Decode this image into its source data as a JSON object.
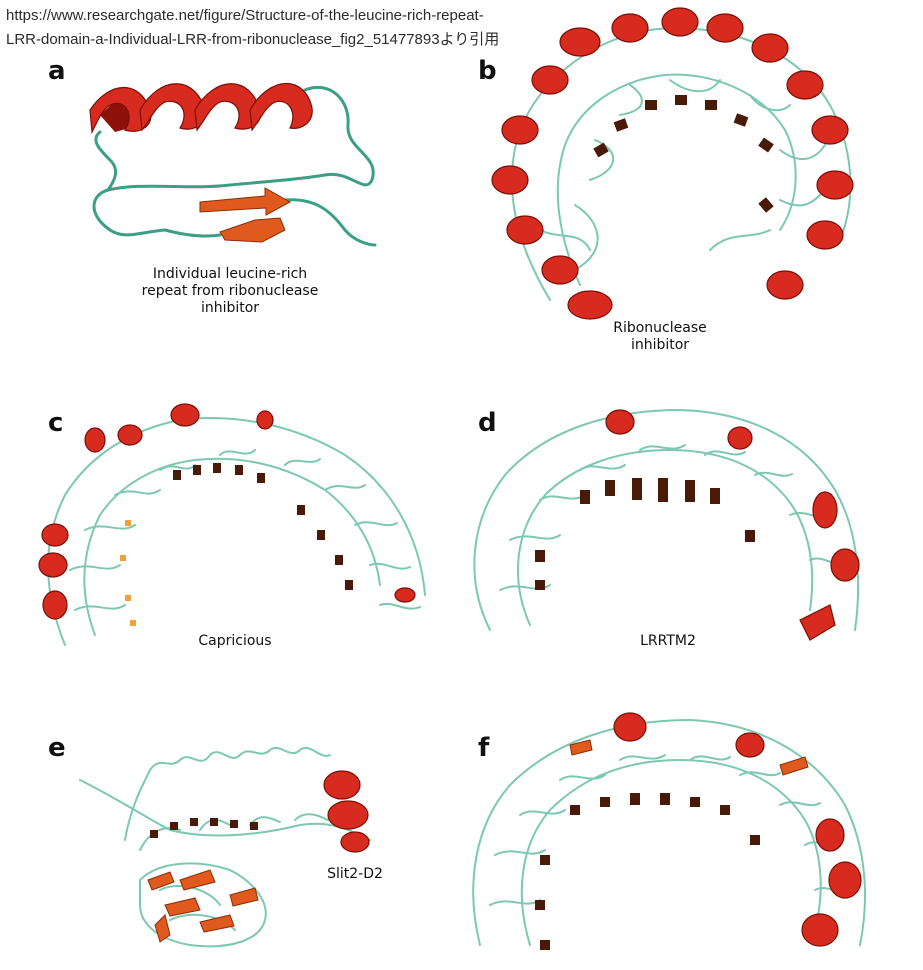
{
  "source": {
    "line1": "https://www.researchgate.net/figure/Structure-of-the-leucine-rich-repeat-",
    "line2": "LRR-domain-a-Individual-LRR-from-ribonuclease_fig2_51477893より引用"
  },
  "panels": [
    {
      "label": "a",
      "caption": [
        "Individual leucine-rich",
        "repeat from ribonuclease",
        "inhibitor"
      ]
    },
    {
      "label": "b",
      "caption": [
        "Ribonuclease",
        "inhibitor"
      ]
    },
    {
      "label": "c",
      "caption": [
        "Capricious"
      ]
    },
    {
      "label": "d",
      "caption": [
        "LRRTM2"
      ]
    },
    {
      "label": "e",
      "caption": [
        "Slit2-D2"
      ]
    },
    {
      "label": "f",
      "caption": []
    }
  ],
  "colors": {
    "helix": "#d62b1e",
    "strand": "#e05a1e",
    "coil": "#3b9e86"
  }
}
